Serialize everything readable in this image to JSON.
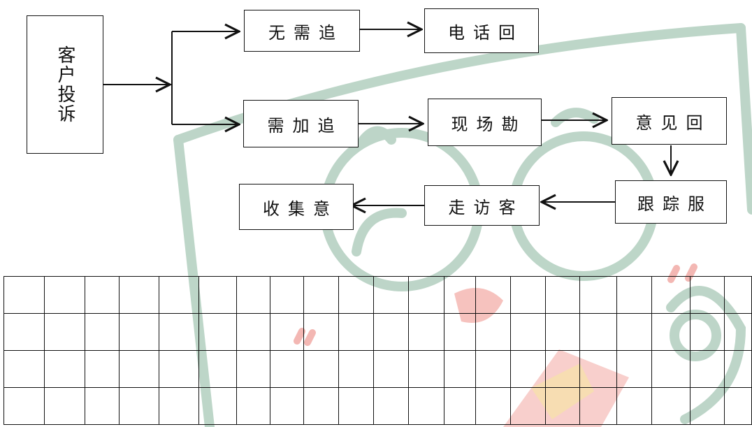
{
  "flow": {
    "start": "客户投诉",
    "branch_a": [
      "无需追",
      "电话回"
    ],
    "branch_b": [
      "需加追",
      "现场勘",
      "意见回"
    ],
    "branch_c": [
      "跟踪服",
      "走访客",
      "收集意"
    ]
  },
  "grid": {
    "rows": 4,
    "cols": 21
  },
  "watermark_colors": {
    "green": "#9bbfac",
    "red": "#f1a6a0",
    "yellow": "#f5dfa0"
  }
}
